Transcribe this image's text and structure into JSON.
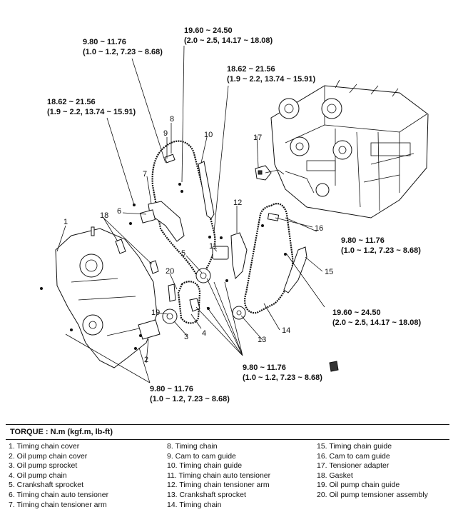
{
  "torque_specs": {
    "t1_line1": "9.80 ~ 11.76",
    "t1_line2": "(1.0 ~ 1.2, 7.23 ~ 8.68)",
    "t2_line1": "19.60 ~ 24.50",
    "t2_line2": "(2.0 ~ 2.5, 14.17 ~ 18.08)",
    "t3_line1": "18.62 ~ 21.56",
    "t3_line2": "(1.9 ~ 2.2, 13.74 ~ 15.91)",
    "t4_line1": "18.62 ~ 21.56",
    "t4_line2": "(1.9 ~ 2.2, 13.74 ~ 15.91)",
    "t5_line1": "9.80 ~ 11.76",
    "t5_line2": "(1.0 ~ 1.2, 7.23 ~ 8.68)",
    "t6_line1": "19.60 ~ 24.50",
    "t6_line2": "(2.0 ~ 2.5, 14.17 ~ 18.08)",
    "t7_line1": "9.80 ~ 11.76",
    "t7_line2": "(1.0 ~ 1.2, 7.23 ~ 8.68)",
    "t8_line1": "9.80 ~ 11.76",
    "t8_line2": "(1.0 ~ 1.2, 7.23 ~ 8.68)"
  },
  "callouts": [
    "1",
    "2",
    "3",
    "4",
    "5",
    "6",
    "7",
    "8",
    "9",
    "10",
    "11",
    "12",
    "13",
    "14",
    "15",
    "16",
    "17",
    "18",
    "19",
    "20"
  ],
  "legend": {
    "title": "TORQUE : N.m (kgf.m, lb-ft)",
    "col1": [
      "1.  Timing chain cover",
      "2.  Oil pump chain cover",
      "3.  Oil pump sprocket",
      "4.  Oil pump chain",
      "5.  Crankshaft sprocket",
      "6.  Timing chain auto tensioner",
      "7.  Timing chain tensioner arm"
    ],
    "col2": [
      "8.   Timing chain",
      "9.   Cam to cam guide",
      "10.  Timing chain guide",
      "11.  Timing chain auto tensioner",
      "12.  Timing chain tensioner arm",
      "13.  Crankshaft sprocket",
      "14.  Timing chain"
    ],
    "col3": [
      "15.  Timing chain guide",
      "16.  Cam to cam guide",
      "17.  Tensioner adapter",
      "18.  Gasket",
      "19.  Oil pump chain guide",
      "20.  Oil pump temsioner assembly"
    ]
  }
}
